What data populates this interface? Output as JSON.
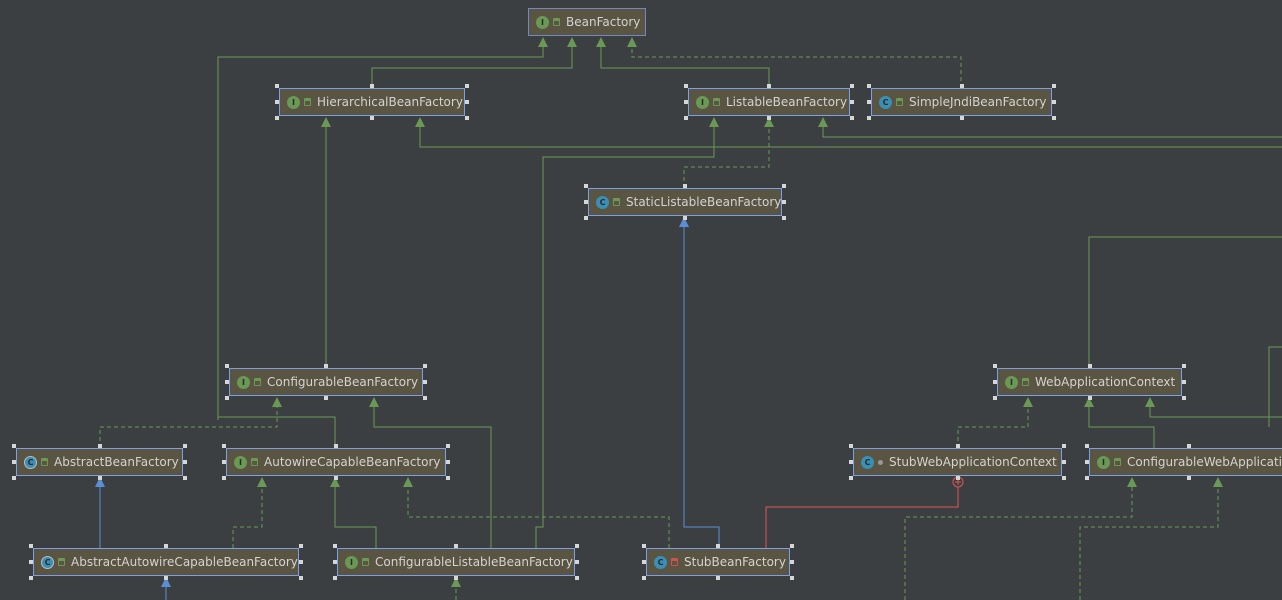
{
  "diagram": {
    "colors": {
      "background": "#3c3f41",
      "inheritance": "#6a9955",
      "class_extends": "#5b8ed6",
      "inner_class": "#e05555",
      "node_fill": "#5a5443",
      "node_border": "#6f89c4"
    },
    "nodes": [
      {
        "id": "bean-factory",
        "label": "BeanFactory",
        "kind": "interface",
        "badge": "I",
        "visibility": "public"
      },
      {
        "id": "hierarchical-bean-factory",
        "label": "HierarchicalBeanFactory",
        "kind": "interface",
        "badge": "I",
        "visibility": "public",
        "selected": true
      },
      {
        "id": "listable-bean-factory",
        "label": "ListableBeanFactory",
        "kind": "interface",
        "badge": "I",
        "visibility": "public",
        "selected": true
      },
      {
        "id": "simple-jndi-bean-factory",
        "label": "SimpleJndiBeanFactory",
        "kind": "class",
        "badge": "C",
        "visibility": "public",
        "selected": true
      },
      {
        "id": "static-listable-bean-factory",
        "label": "StaticListableBeanFactory",
        "kind": "class",
        "badge": "C",
        "visibility": "public",
        "selected": true
      },
      {
        "id": "configurable-bean-factory",
        "label": "ConfigurableBeanFactory",
        "kind": "interface",
        "badge": "I",
        "visibility": "public",
        "selected": true
      },
      {
        "id": "web-application-context",
        "label": "WebApplicationContext",
        "kind": "interface",
        "badge": "I",
        "visibility": "public",
        "selected": true
      },
      {
        "id": "abstract-bean-factory",
        "label": "AbstractBeanFactory",
        "kind": "abstract-class",
        "badge": "C",
        "visibility": "public",
        "selected": true
      },
      {
        "id": "autowire-capable-bean-factory",
        "label": "AutowireCapableBeanFactory",
        "kind": "interface",
        "badge": "I",
        "visibility": "public",
        "selected": true
      },
      {
        "id": "stub-web-application-context",
        "label": "StubWebApplicationContext",
        "kind": "class",
        "badge": "C",
        "visibility": "package",
        "selected": true
      },
      {
        "id": "configurable-web-application-context",
        "label": "ConfigurableWebApplicati",
        "kind": "interface",
        "badge": "I",
        "visibility": "public",
        "selected": true
      },
      {
        "id": "abstract-autowire-capable-bean-factory",
        "label": "AbstractAutowireCapableBeanFactory",
        "kind": "abstract-class",
        "badge": "C",
        "visibility": "public",
        "selected": true
      },
      {
        "id": "configurable-listable-bean-factory",
        "label": "ConfigurableListableBeanFactory",
        "kind": "interface",
        "badge": "I",
        "visibility": "public",
        "selected": true
      },
      {
        "id": "stub-bean-factory",
        "label": "StubBeanFactory",
        "kind": "class",
        "badge": "C",
        "visibility": "private",
        "selected": true
      }
    ]
  }
}
